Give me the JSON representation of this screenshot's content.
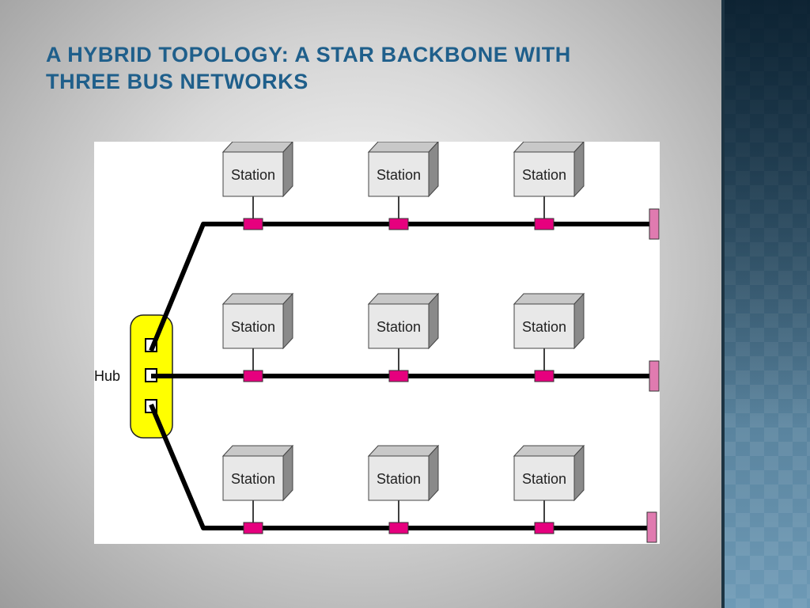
{
  "slide": {
    "title": "A Hybrid Topology: A Star Backbone with Three Bus Networks"
  },
  "diagram": {
    "hub_label": "Hub",
    "station_label": "Station",
    "bus_count": 3,
    "stations_per_bus": 3
  },
  "colors": {
    "title": "#1f5f8b",
    "hub_fill": "#ffff00",
    "tap_connector": "#e6007e",
    "terminator": "#e07bb0",
    "station_front": "#e8e8e8",
    "station_side": "#8a8a8a",
    "cable": "#000000"
  }
}
